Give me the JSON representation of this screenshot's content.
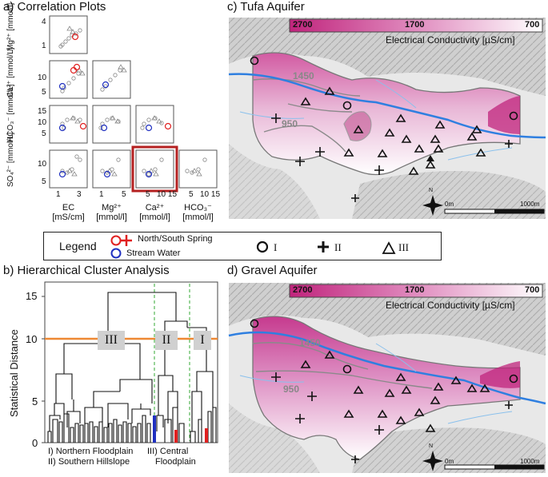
{
  "panels": {
    "a": {
      "title": "a)  Correlation Plots",
      "row_labels": [
        "Mg²⁺ [mmol/l]",
        "Ca²⁺ [mmol/L]",
        "HCO₃⁻ [mmol/L]",
        "SO₄²⁻ [mmol/L]"
      ],
      "col_labels": [
        [
          "EC",
          "[mS/cm]"
        ],
        [
          "Mg²⁺",
          "[mmol/l]"
        ],
        [
          "Ca²⁺",
          "[mmol/l]"
        ],
        [
          "HCO₃⁻",
          "[mmol/l]"
        ]
      ],
      "x_ticks": [
        [
          "1",
          "3"
        ],
        [
          "1",
          "5"
        ],
        [
          "5",
          "10 15"
        ],
        [
          "5",
          "10 15"
        ]
      ],
      "y_ticks": [
        [
          "4",
          "1"
        ],
        [
          "5",
          "10"
        ],
        [
          "5",
          "10",
          "15"
        ],
        [
          "5",
          "10"
        ]
      ]
    },
    "b": {
      "title": "b)  Hierarchical Cluster Analysis",
      "ylabel": "Statistical Distance",
      "y_ticks": [
        "15",
        "10",
        "5",
        "0"
      ],
      "cluster_labels": [
        "III",
        "II",
        "I"
      ],
      "notes": [
        "I)  Northern Floodplain",
        "II)  Southern Hillslope",
        "III)  Central",
        "Floodplain"
      ],
      "threshold_color": "#ee8833"
    },
    "c": {
      "title": "c)  Tufa  Aquifer",
      "colorbar_ticks": [
        "2700",
        "1700",
        "700"
      ],
      "colorbar_label": "Electrical Conductivity [µS/cm]",
      "contours": [
        "1450",
        "950"
      ],
      "scale": [
        "0m",
        "1000m"
      ],
      "north": "N"
    },
    "d": {
      "title": "d)  Gravel  Aquifer",
      "colorbar_ticks": [
        "2700",
        "1700",
        "700"
      ],
      "colorbar_label": "Electrical Conductivity [µS/cm]",
      "contours": [
        "1450",
        "950"
      ],
      "scale": [
        "0m",
        "1000m"
      ],
      "north": "N"
    }
  },
  "legend": {
    "title": "Legend",
    "spring": "North/South Spring",
    "stream": "Stream Water",
    "groups": [
      "I",
      "II",
      "III"
    ]
  },
  "colors": {
    "accent": "#cc2f86",
    "river": "#2f7fe0",
    "highlight": "#b52020",
    "stream_marker": "#2030c0",
    "spring_marker": "#e02020"
  }
}
